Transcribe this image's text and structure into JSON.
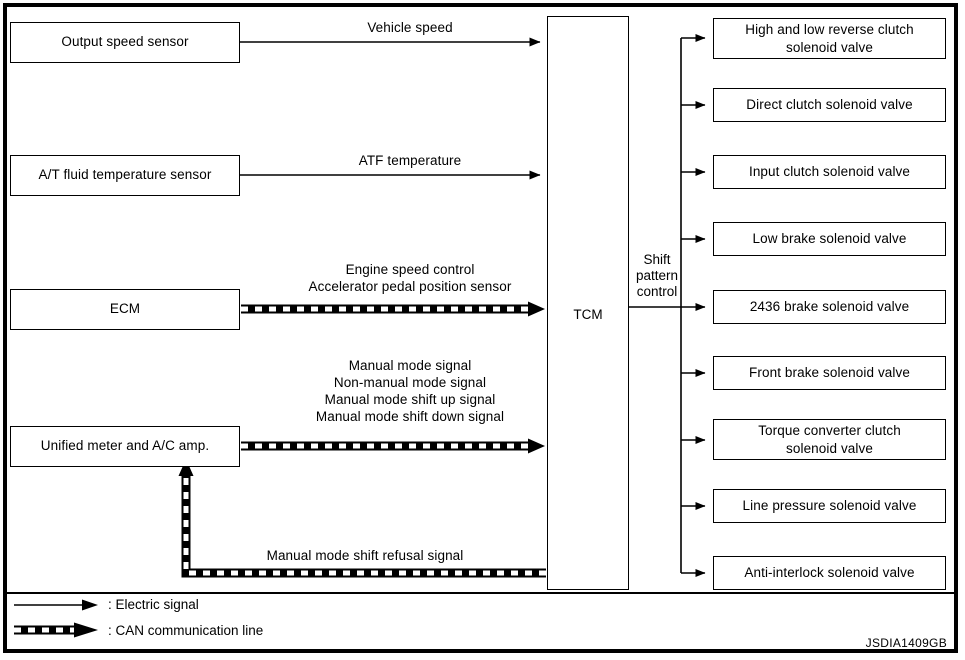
{
  "diagram": {
    "code": "JSDIA1409GB",
    "controller": {
      "name": "TCM",
      "section_label": "Shift\npattern\ncontrol"
    },
    "inputs": [
      {
        "name": "Output speed sensor",
        "signal": "Vehicle speed",
        "line_type": "electric"
      },
      {
        "name": "A/T fluid temperature sensor",
        "signal": "ATF temperature",
        "line_type": "electric"
      },
      {
        "name": "ECM",
        "signal": "Engine speed control\nAccelerator pedal position sensor",
        "line_type": "can"
      },
      {
        "name": "Unified meter and A/C amp.",
        "signal": "Manual mode signal\nNon-manual mode signal\nManual mode shift up signal\nManual mode shift down signal",
        "line_type": "can"
      }
    ],
    "feedback": {
      "signal": "Manual mode shift refusal signal",
      "line_type": "can",
      "from": "TCM",
      "to": "Unified meter and A/C amp."
    },
    "outputs": [
      {
        "name": "High and low reverse clutch\nsolenoid valve"
      },
      {
        "name": "Direct clutch solenoid valve"
      },
      {
        "name": "Input clutch solenoid valve"
      },
      {
        "name": "Low brake solenoid valve"
      },
      {
        "name": "2436 brake solenoid valve"
      },
      {
        "name": "Front brake solenoid valve"
      },
      {
        "name": "Torque converter clutch\nsolenoid valve"
      },
      {
        "name": "Line pressure solenoid valve"
      },
      {
        "name": "Anti-interlock solenoid valve"
      }
    ],
    "legend": [
      {
        "icon": "solid-arrow-icon",
        "text": ": Electric signal"
      },
      {
        "icon": "dashed-arrow-icon",
        "text": ": CAN communication line"
      }
    ]
  },
  "colors": {
    "line": "#000000",
    "background": "#ffffff",
    "text": "#000000"
  }
}
